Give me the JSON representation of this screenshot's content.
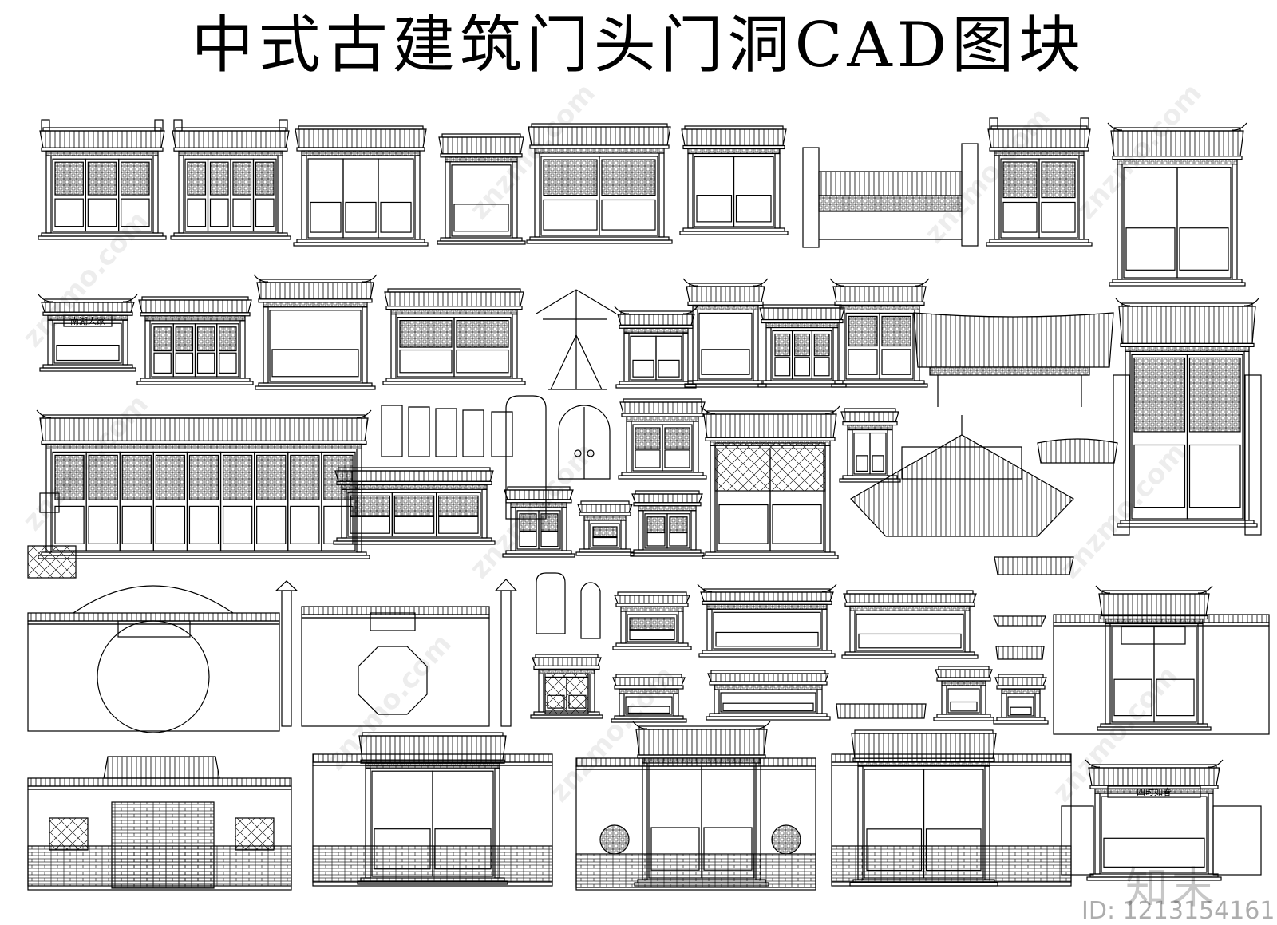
{
  "title": "中式古建筑门头门洞CAD图块",
  "sign_label": "南湖人家",
  "plaque_right": "四时如春",
  "watermark_brand": "知末",
  "watermark_id": "ID: 1213154161",
  "watermark_repeat": "znzmo.com"
}
